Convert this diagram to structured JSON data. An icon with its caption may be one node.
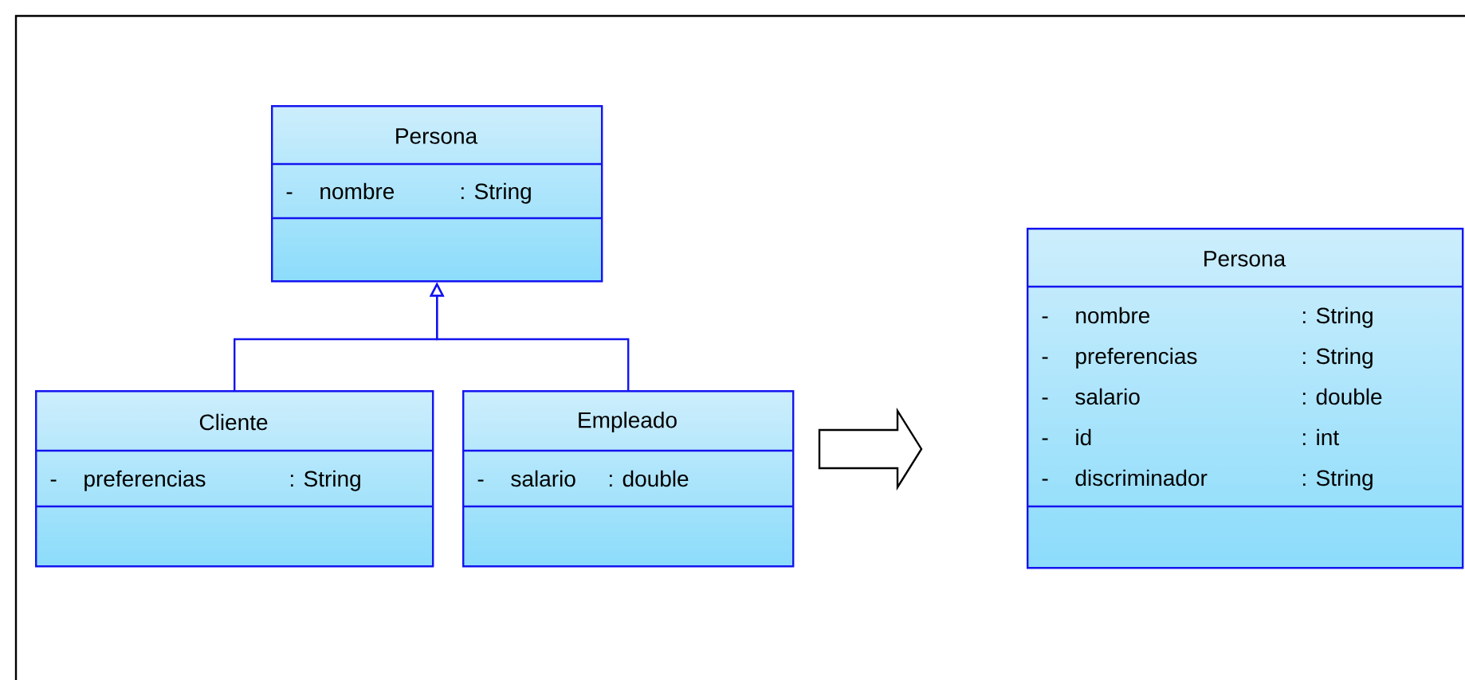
{
  "diagram": {
    "nodes": [
      {
        "text": [
          "Persona",
          "-",
          "nombre",
          ": String"
        ]
      },
      {
        "text": [
          "Cliente",
          "-",
          "preferencias",
          ": String"
        ]
      },
      {
        "text": [
          "Empleado",
          "-",
          "salario",
          ": double"
        ]
      },
      {
        "text": [
          "Persona",
          "-",
          "nombre",
          ": String",
          "-",
          "preferencias",
          ": String",
          "-",
          "salario",
          ": double",
          "-",
          "id",
          ": int",
          "-",
          "discriminador",
          ": String"
        ]
      }
    ],
    "edges": [
      {
        "from": 1,
        "to": 0,
        "arrow": "to"
      },
      {
        "from": 2,
        "to": 0,
        "arrow": "to"
      }
    ]
  }
}
